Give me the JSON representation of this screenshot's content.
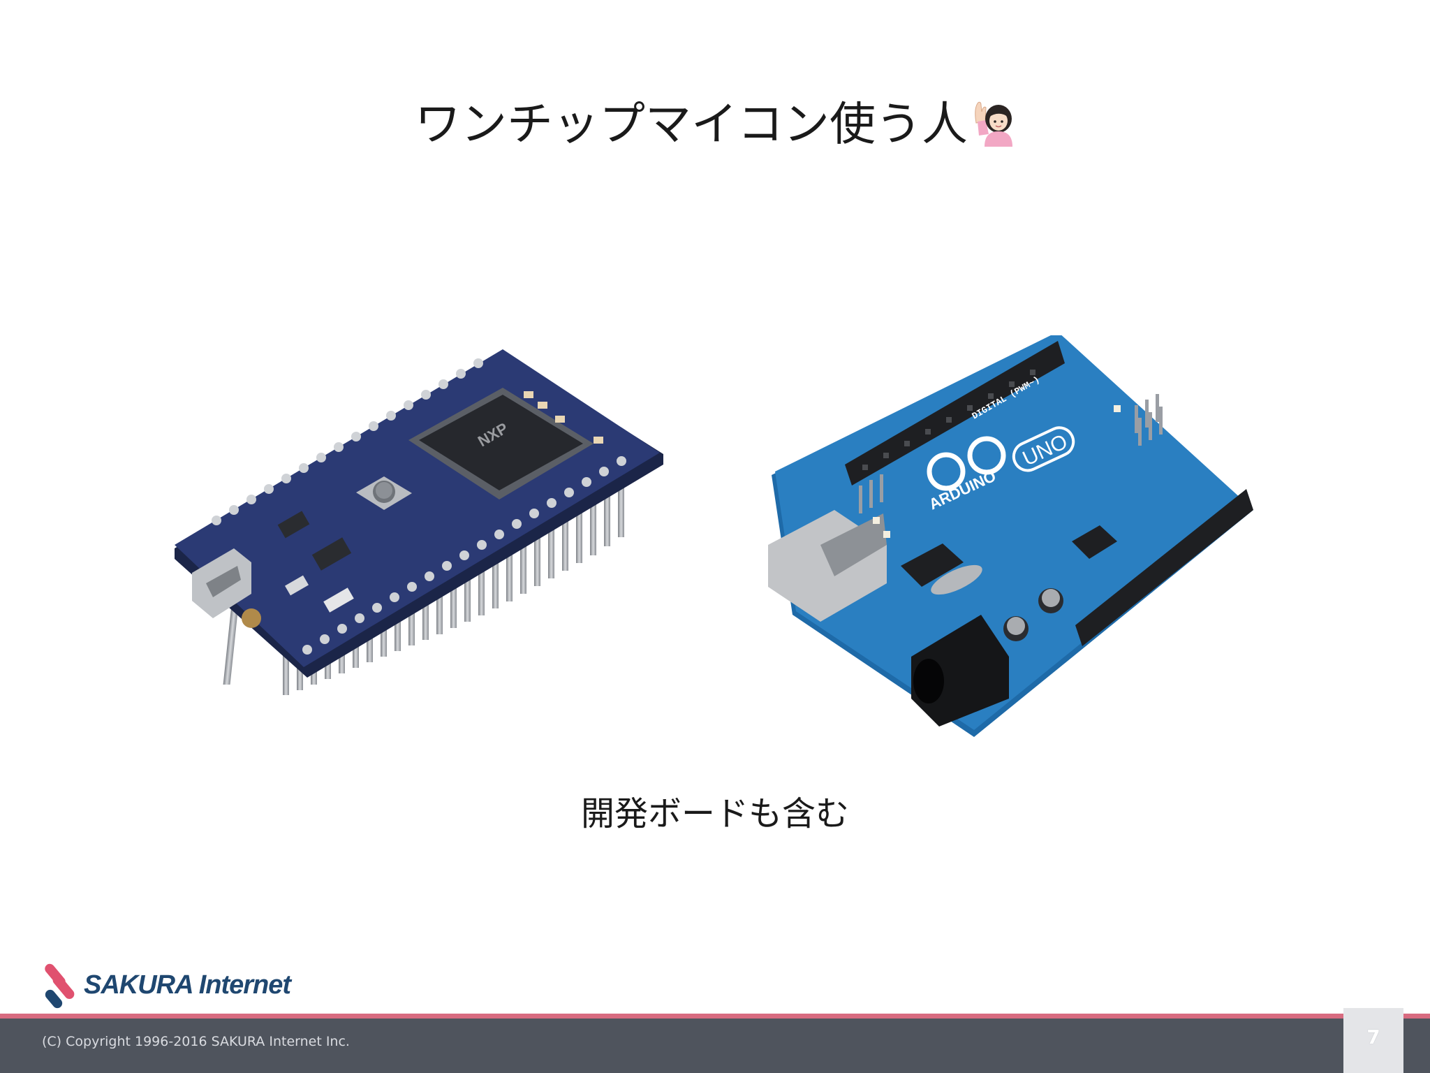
{
  "slide": {
    "title": "ワンチップマイコン使う人",
    "title_emoji": "raising-hand-woman-icon",
    "caption": "開発ボードも含む",
    "images": [
      {
        "name": "mbed-board-photo",
        "label": "NXP"
      },
      {
        "name": "arduino-uno-photo",
        "label": "UNO",
        "sub_label": "ARDUINO",
        "header_label": "DIGITAL (PWM~)"
      }
    ]
  },
  "footer": {
    "logo_text": "SAKURA Internet",
    "copyright": "(C) Copyright 1996-2016 SAKURA Internet Inc.",
    "page_number": "7"
  },
  "colors": {
    "footer_bg": "#4f545d",
    "footer_accent": "#d86b80",
    "logo_blue": "#1f4770",
    "logo_pink": "#e0516f",
    "page_box": "#e4e5e8"
  }
}
